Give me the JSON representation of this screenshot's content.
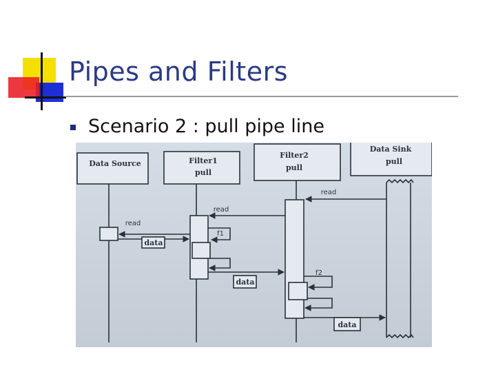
{
  "slide": {
    "title": "Pipes and Filters",
    "bullet": "Scenario 2 : pull pipe line"
  },
  "diagram": {
    "participants": [
      {
        "line1": "Data Source",
        "line2": ""
      },
      {
        "line1": "Filter1",
        "line2": "pull"
      },
      {
        "line1": "Filter2",
        "line2": "pull"
      },
      {
        "line1": "Data Sink",
        "line2": "pull"
      }
    ],
    "messages": {
      "read": "read",
      "data": "data",
      "f1": "f1",
      "f2": "f2"
    }
  },
  "colors": {
    "title": "#2a3a86",
    "accent_yellow": "#f4e000",
    "accent_red": "#ec1c24",
    "accent_blue": "#1f2fd8",
    "diagram_ink": "#2a3138"
  }
}
